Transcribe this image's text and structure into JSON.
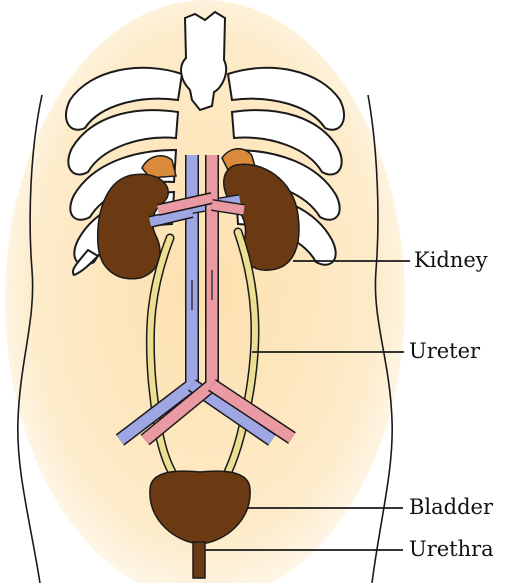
{
  "labels": {
    "kidney": "Kidney",
    "ureter": "Ureter",
    "bladder": "Bladder",
    "urethra": "Urethra"
  },
  "colors": {
    "background_glow": "#fde7bf",
    "bone": "#ffffff",
    "outline": "#1a1a1a",
    "organ": "#6b3a12",
    "adrenal": "#d98a3a",
    "ureter": "#ecdf92",
    "vein": "#9fa6e4",
    "artery": "#e99aa2"
  }
}
